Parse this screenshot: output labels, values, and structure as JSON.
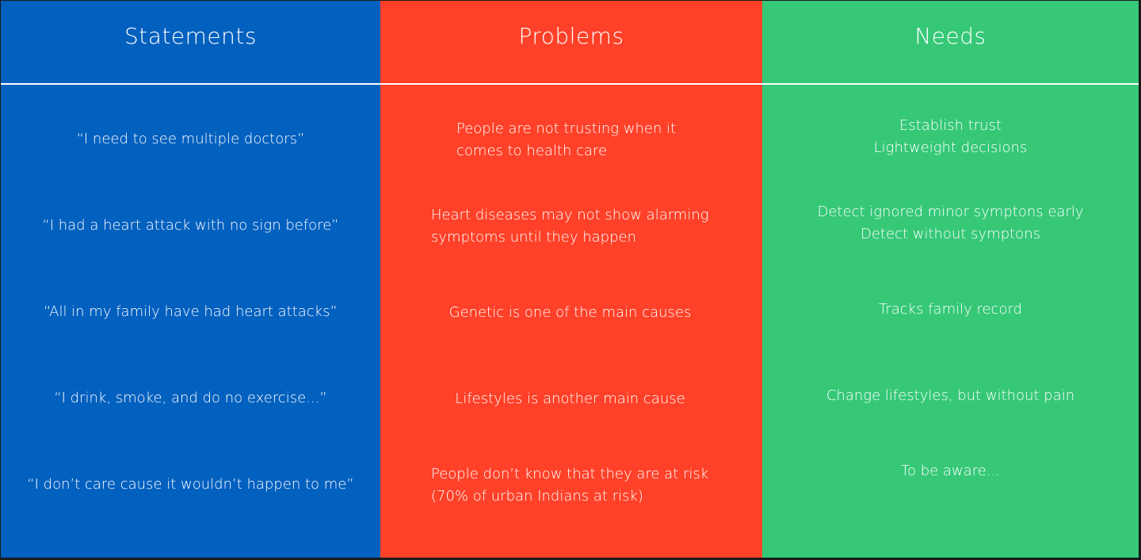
{
  "columns": {
    "statements": {
      "title": "Statements",
      "color": "#0260bf",
      "rows": [
        {
          "lines": [
            "“I need to see multiple doctors”"
          ]
        },
        {
          "lines": [
            "“I had a heart attack with no sign before”"
          ]
        },
        {
          "lines": [
            "“All in my family have had heart attacks”"
          ]
        },
        {
          "lines": [
            "“I drink, smoke, and do no exercise...”"
          ]
        },
        {
          "lines": [
            "“I don’t care cause it wouldn’t happen to me”"
          ]
        }
      ]
    },
    "problems": {
      "title": "Problems",
      "color": "#fe4128",
      "rows": [
        {
          "lines": [
            "People are not trusting when it",
            "comes to health care"
          ]
        },
        {
          "lines": [
            "Heart diseases may not show alarming",
            "symptoms until they happen"
          ]
        },
        {
          "lines": [
            "Genetic is one of the main causes"
          ]
        },
        {
          "lines": [
            "Lifestyles is another main cause"
          ]
        },
        {
          "lines": [
            "People don’t know that they are at risk",
            "(70% of urban Indians at risk)"
          ]
        }
      ]
    },
    "needs": {
      "title": "Needs",
      "color": "#36c877",
      "rows": [
        {
          "lines": [
            "Establish trust",
            "Lightweight decisions"
          ]
        },
        {
          "lines": [
            "Detect ignored minor symptons early",
            "Detect without symptons"
          ]
        },
        {
          "lines": [
            "Tracks family record"
          ]
        },
        {
          "lines": [
            "Change lifestyles, but without pain"
          ]
        },
        {
          "lines": [
            "To be aware..."
          ]
        }
      ]
    }
  }
}
